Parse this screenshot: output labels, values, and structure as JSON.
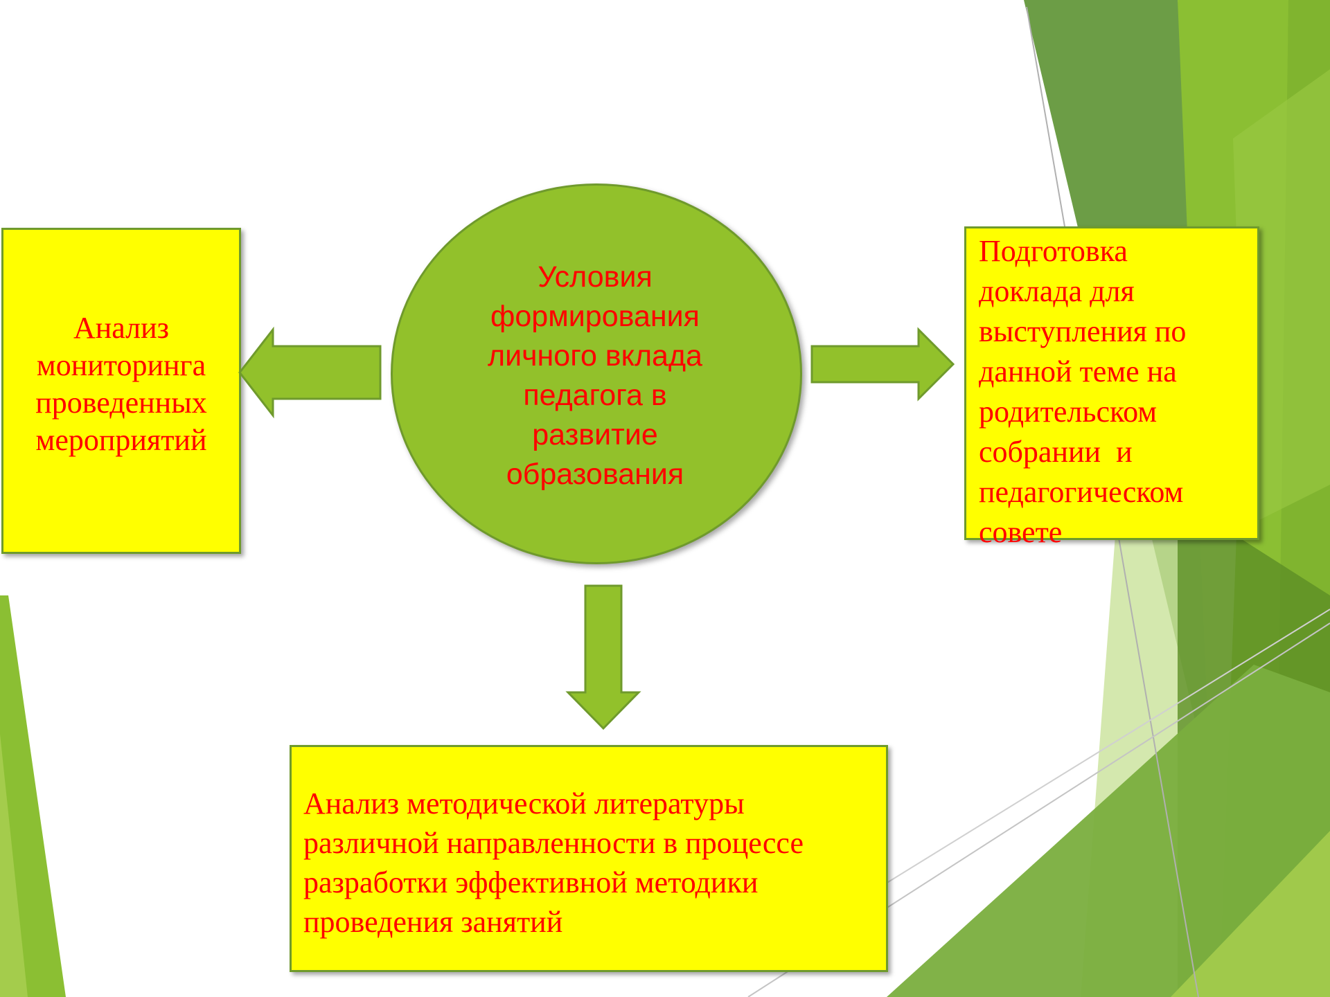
{
  "diagram": {
    "center": {
      "lines": [
        "Условия",
        "формирования",
        "личного вклада",
        "педагога в",
        "развитие",
        "образования"
      ]
    },
    "left_box": {
      "lines": [
        "Анализ",
        "мониторинга",
        "проведенных",
        "мероприятий"
      ]
    },
    "right_box": {
      "lines": [
        "Подготовка",
        "доклада для",
        "выступления по",
        "данной теме на",
        "родительском",
        "собрании  и",
        "педагогическом",
        "совете"
      ]
    },
    "bottom_box": {
      "lines": [
        "Анализ методической литературы",
        "различной направленности в процессе",
        "разработки эффективной методики",
        "проведения занятий"
      ]
    }
  },
  "colors": {
    "box_fill": "#ffff00",
    "text": "#ff0000",
    "circle_fill": "#92c12b",
    "outline": "#6f9a2c",
    "arrow_fill": "#92c12b"
  }
}
